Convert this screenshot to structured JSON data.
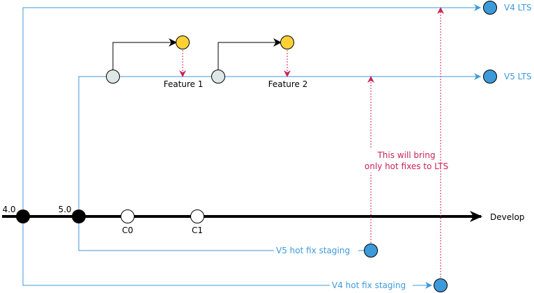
{
  "colors": {
    "branch_line": "#3d9ad9",
    "main_line": "#000000",
    "merge_arrow": "#cc2255",
    "lts_node": "#3d9ad9",
    "feature_node": "#fdd136",
    "commit_node": "#ffffff",
    "branch_point_node": "#dde7e6",
    "version_node": "#000000"
  },
  "labels": {
    "v4_lts": "V4 LTS",
    "v5_lts": "V5 LTS",
    "feature_1": "Feature 1",
    "feature_2": "Feature 2",
    "note_line_1": "This will bring",
    "note_line_2": "only hot fixes to LTS",
    "version_4": "4.0",
    "version_5": "5.0",
    "commit_c0": "C0",
    "commit_c1": "C1",
    "develop": "Develop",
    "v5_hotfix_staging": "V5 hot fix staging",
    "v4_hotfix_staging": "V4 hot fix staging"
  }
}
